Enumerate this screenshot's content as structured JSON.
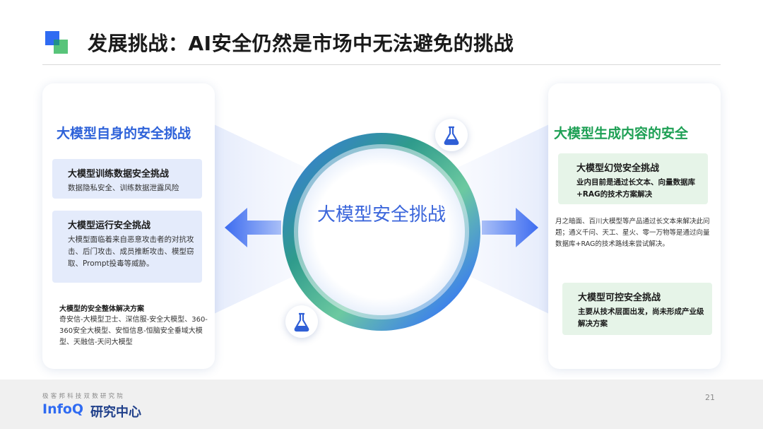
{
  "slide": {
    "title": "发展挑战：AI安全仍然是市场中无法避免的挑战"
  },
  "left_panel": {
    "heading": "大模型自身的安全挑战",
    "card1": {
      "title": "大模型训练数据安全挑战",
      "text": "数据隐私安全、训练数据泄露风险"
    },
    "card2": {
      "title": "大模型运行安全挑战",
      "text": "大模型面临着来自恶意攻击者的对抗攻击、后门攻击、成员推断攻击、模型窃取、Prompt投毒等威胁。"
    },
    "note": {
      "title": "大模型的安全整体解决方案",
      "text": "奇安信-大模型卫士、深信服-安全大模型、360-360安全大模型、安恒信息-恒脑安全垂域大模型、天融信-天问大模型"
    }
  },
  "center": {
    "text": "大模型安全挑战",
    "top_icon": "flask-icon",
    "bottom_icon": "flask-icon"
  },
  "right_panel": {
    "heading": "大模型生成内容的安全",
    "card1": {
      "title": "大模型幻觉安全挑战",
      "text": "业内目前是通过长文本、向量数据库+RAG的技术方案解决"
    },
    "note": "月之暗面、百川大模型等产品通过长文本来解决此问题；通义千问、天工、星火、零一万物等是通过向量数据库+RAG的技术路线来尝试解决。",
    "card2": {
      "title": "大模型可控安全挑战",
      "text": "主要从技术层面出发，尚未形成产业级解决方案"
    }
  },
  "footer": {
    "org_sub": "极客邦科技双数研究院",
    "brand": "InfoQ",
    "brand_cn": "研究中心",
    "page_number": "21"
  },
  "colors": {
    "accent_blue": "#2e62d9",
    "accent_green": "#1ea055",
    "card_blue_bg": "#e4ebfb",
    "card_green_bg": "#e6f4e8"
  }
}
